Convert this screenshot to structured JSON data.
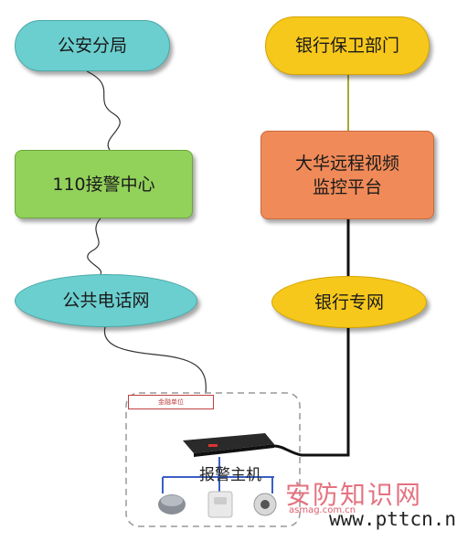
{
  "nodes": {
    "police_bureau": "公安分局",
    "bank_security_dept": "银行保卫部门",
    "alarm_center_110": "110接警中心",
    "dahua_platform_line1": "大华远程视频",
    "dahua_platform_line2": "监控平台",
    "public_phone_network": "公共电话网",
    "bank_private_network": "银行专网"
  },
  "premises": {
    "finance_label": "金融单位",
    "alarm_host_label": "报警主机"
  },
  "watermark": {
    "brand_cn": "安防知识网",
    "site_small": "asmag.com.cn",
    "site": "www.pttcn.net"
  },
  "colors": {
    "teal": "#6ccfcf",
    "yellow": "#f7c81c",
    "green": "#92d15a",
    "orange": "#f08a58",
    "watermark_red": "#e05a6a"
  }
}
